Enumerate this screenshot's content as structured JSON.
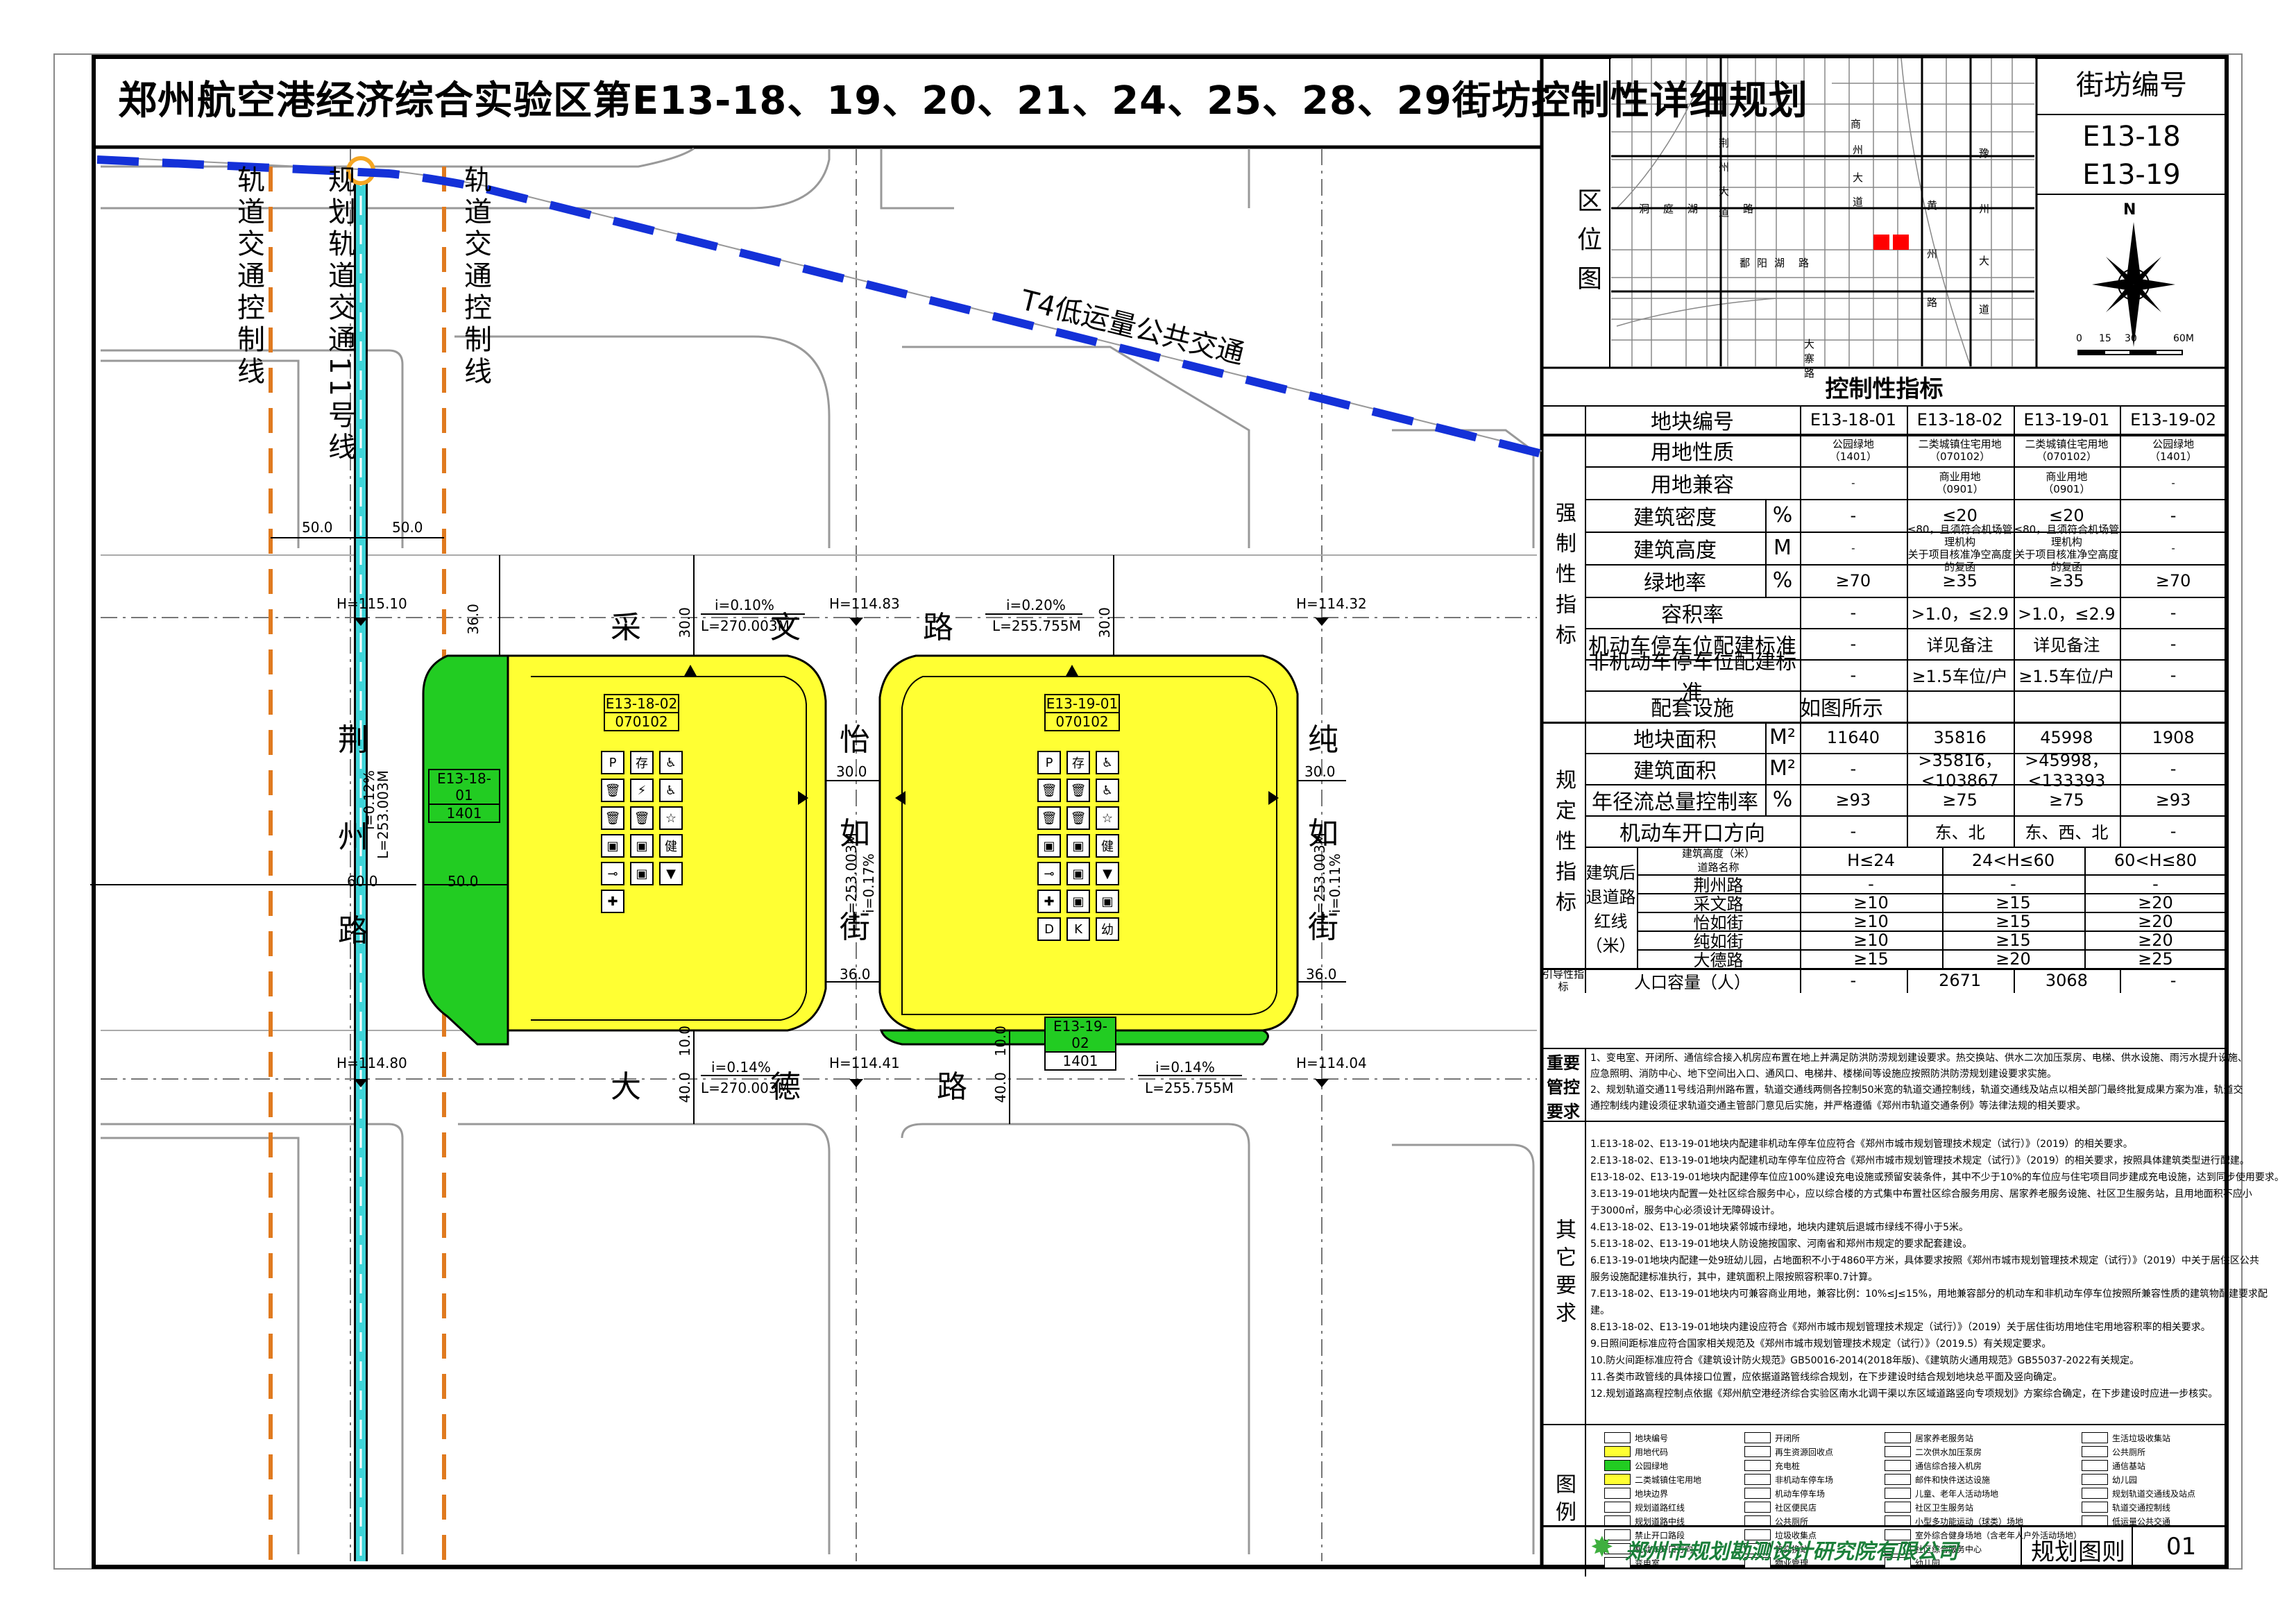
{
  "title": "郑州航空港经济综合实验区第E13-18、19、20、21、24、25、28、29街坊控制性详细规划",
  "map": {
    "rail_labels": {
      "left_control": "轨道交通控制线",
      "rail_line": "规划轨道交通11号线",
      "right_control": "轨道交通控制线"
    },
    "t4_label": "T4低运量公共交通",
    "roads": {
      "caiwen": [
        "采",
        "文",
        "路"
      ],
      "dade": [
        "大",
        "德",
        "路"
      ],
      "jingzhou": [
        "荆",
        "州",
        "路"
      ],
      "yiru": [
        "怡",
        "如",
        "街"
      ],
      "chunru": [
        "纯",
        "如",
        "街"
      ]
    },
    "elevations": {
      "h1": "H=115.10",
      "h2": "H=114.83",
      "h3": "H=114.32",
      "h4": "H=114.80",
      "h5": "H=114.41",
      "h6": "H=114.04"
    },
    "slopes": {
      "caiwen_w": "i=0.10%",
      "caiwen_w_len": "L=270.003M",
      "caiwen_e": "i=0.20%",
      "caiwen_e_len": "L=255.755M",
      "dade_w": "i=0.14%",
      "dade_w_len": "L=270.003M",
      "dade_e": "i=0.14%",
      "dade_e_len": "L=255.755M",
      "jingzhou": "i=0.12%",
      "jingzhou_len": "L=253.003M",
      "yiru": "i=0.17%",
      "yiru_len": "L=253.003M",
      "chunru": "i=0.11%",
      "chunru_len": "L=253.003M"
    },
    "dims": {
      "d50a": "50.0",
      "d50b": "50.0",
      "d36a": "36.0",
      "d30a": "30.0",
      "d30b": "30.0",
      "d30c": "30.0",
      "d30d": "30.0",
      "d60": "60.0",
      "d50c": "50.0",
      "d36b": "36.0",
      "d36c": "36.0",
      "d10a": "10.0",
      "d40a": "40.0",
      "d10b": "10.0",
      "d40b": "40.0"
    },
    "parcels": {
      "p1801": {
        "id": "E13-18-01",
        "code": "1401"
      },
      "p1802": {
        "id": "E13-18-02",
        "code": "070102"
      },
      "p1901": {
        "id": "E13-19-01",
        "code": "070102"
      },
      "p1902": {
        "id": "E13-19-02",
        "code": "1401"
      }
    },
    "facility_glyphs_a": [
      "P",
      "存",
      "♿",
      "🗑",
      "⚡",
      "♿",
      "🗑",
      "🗑",
      "☆",
      "▣",
      "▣",
      "健",
      "⊸",
      "▣",
      "▼",
      "✚"
    ],
    "facility_glyphs_b": [
      "P",
      "存",
      "♿",
      "🗑",
      "🗑",
      "♿",
      "🗑",
      "🗑",
      "☆",
      "▣",
      "▣",
      "健",
      "⊸",
      "▣",
      "▼",
      "✚",
      "▣",
      "▣",
      "D",
      "K",
      "幼"
    ]
  },
  "panel": {
    "location_label": "区位图",
    "block_label": "街坊编号",
    "block_ids": [
      "E13-18",
      "E13-19"
    ],
    "locmap_roads": {
      "r1": "荆",
      "r2": "州",
      "r3": "大",
      "r4": "道",
      "r5": "洞",
      "r6": "庭",
      "r7": "湖",
      "r8": "路",
      "r9": "鄱",
      "r10": "阳",
      "r11": "湖",
      "r12": "路",
      "r13": "商",
      "r14": "州",
      "r15": "大",
      "r16": "道",
      "r17": "黄",
      "r18": "州",
      "r19": "路",
      "r20": "大寨路",
      "r21": "豫",
      "r22": "州",
      "r23": "大",
      "r24": "道"
    },
    "north": "N",
    "scale_ticks": [
      "0",
      "15",
      "30",
      "60M"
    ],
    "control_title": "控制性指标",
    "group_labels": {
      "mandatory": "强制性指标",
      "normative": "规定性指标",
      "guidance": "引导性指标",
      "requirements": "重要管控要求",
      "other": "其它要求",
      "legend": "图例"
    },
    "table": {
      "header_label": "地块编号",
      "parcels": [
        "E13-18-01",
        "E13-18-02",
        "E13-19-01",
        "E13-19-02"
      ],
      "rows": [
        {
          "label": "用地性质",
          "unit": "",
          "values": [
            "公园绿地\n（1401）",
            "二类城镇住宅用地\n（070102）",
            "二类城镇住宅用地\n（070102）",
            "公园绿地\n（1401）"
          ],
          "small": true
        },
        {
          "label": "用地兼容",
          "unit": "",
          "values": [
            "-",
            "商业用地\n（0901）",
            "商业用地\n（0901）",
            "-"
          ],
          "small": true
        },
        {
          "label": "建筑密度",
          "unit": "%",
          "values": [
            "-",
            "≤20",
            "≤20",
            "-"
          ]
        },
        {
          "label": "建筑高度",
          "unit": "M",
          "values": [
            "-",
            "≤80，且须符合机场管理机构\n关于项目核准净空高度的复函",
            "≤80，且须符合机场管理机构\n关于项目核准净空高度的复函",
            "-"
          ],
          "small": true
        },
        {
          "label": "绿地率",
          "unit": "%",
          "values": [
            "≥70",
            "≥35",
            "≥35",
            "≥70"
          ]
        },
        {
          "label": "容积率",
          "unit": "",
          "values": [
            "-",
            ">1.0，≤2.9",
            ">1.0，≤2.9",
            "-"
          ]
        },
        {
          "label": "机动车停车位配建标准",
          "unit": "",
          "values": [
            "-",
            "详见备注",
            "详见备注",
            "-"
          ]
        },
        {
          "label": "非机动车停车位配建标准",
          "unit": "",
          "values": [
            "-",
            "≥1.5车位/户",
            "≥1.5车位/户",
            "-"
          ]
        },
        {
          "label": "配套设施",
          "unit": "",
          "values": [
            "如图所示"
          ]
        },
        {
          "label": "地块面积",
          "unit": "M²",
          "values": [
            "11640",
            "35816",
            "45998",
            "1908"
          ]
        },
        {
          "label": "建筑面积",
          "unit": "M²",
          "values": [
            "-",
            ">35816，<103867",
            ">45998，<133393",
            "-"
          ]
        },
        {
          "label": "年径流总量控制率",
          "unit": "%",
          "values": [
            "≥93",
            "≥75",
            "≥75",
            "≥93"
          ]
        },
        {
          "label": "机动车开口方向",
          "unit": "",
          "values": [
            "-",
            "东、北",
            "东、西、北",
            "-"
          ]
        }
      ],
      "setback": {
        "group_label": "建筑后退道路红线（米）",
        "corner_top": "建筑高度（米）",
        "corner_bottom": "道路名称",
        "cols": [
          "H≤24",
          "24<H≤60",
          "60<H≤80"
        ],
        "roads": [
          {
            "name": "荆州路",
            "values": [
              "-",
              "-",
              "-"
            ]
          },
          {
            "name": "采文路",
            "values": [
              "≥10",
              "≥15",
              "≥20"
            ]
          },
          {
            "name": "怡如街",
            "values": [
              "≥10",
              "≥15",
              "≥20"
            ]
          },
          {
            "name": "纯如街",
            "values": [
              "≥10",
              "≥15",
              "≥20"
            ]
          },
          {
            "name": "大德路",
            "values": [
              "≥15",
              "≥20",
              "≥25"
            ]
          }
        ]
      },
      "population": {
        "label": "人口容量（人）",
        "values": [
          "-",
          "2671",
          "3068",
          "-"
        ]
      }
    },
    "requirements": [
      "1、变电室、开闭所、通信综合接入机房应布置在地上并满足防洪防涝规划建设要求。热交换站、供水二次加压泵房、电梯、供水设施、雨污水提升设施、",
      "应急照明、消防中心、地下空间出入口、通风口、电梯井、楼梯间等设施应按照防洪防涝规划建设要求实施。",
      "2、规划轨道交通11号线沿荆州路布置，轨道交通线两侧各控制50米宽的轨道交通控制线，轨道交通线及站点以相关部门最终批复成果方案为准，轨道交",
      "通控制线内建设须征求轨道交通主管部门意见后实施，并严格遵循《郑州市轨道交通条例》等法律法规的相关要求。"
    ],
    "others": [
      "1.E13-18-02、E13-19-01地块内配建非机动车停车位应符合《郑州市城市规划管理技术规定（试行）》（2019）的相关要求。",
      "2.E13-18-02、E13-19-01地块内配建机动车停车位应符合《郑州市城市规划管理技术规定（试行）》（2019）的相关要求，按照具体建筑类型进行配建。",
      "E13-18-02、E13-19-01地块内配建停车位应100%建设充电设施或预留安装条件，其中不少于10%的车位应与住宅项目同步建成充电设施，达到同步使用要求。",
      "3.E13-19-01地块内配置一处社区综合服务中心，应以综合楼的方式集中布置社区综合服务用房、居家养老服务设施、社区卫生服务站，且用地面积不应小",
      "于3000㎡，服务中心必须设计无障碍设计。",
      "4.E13-18-02、E13-19-01地块紧邻城市绿地，地块内建筑后退城市绿线不得小于5米。",
      "5.E13-18-02、E13-19-01地块人防设施按国家、河南省和郑州市规定的要求配套建设。",
      "6.E13-19-01地块内配建一处9班幼儿园，占地面积不小于4860平方米，具体要求按照《郑州市城市规划管理技术规定（试行）》（2019）中关于居住区公共",
      "服务设施配建标准执行，其中，建筑面积上限按照容积率0.7计算。",
      "7.E13-18-02、E13-19-01地块内可兼容商业用地，兼容比例：10%≤J≤15%，用地兼容部分的机动车和非机动车停车位按照所兼容性质的建筑物配建要求配",
      "建。",
      "8.E13-18-02、E13-19-01地块内建设应符合《郑州市城市规划管理技术规定（试行）》（2019）关于居住街坊用地住宅用地容积率的相关要求。",
      "9.日照间距标准应符合国家相关规范及《郑州市城市规划管理技术规定（试行）》（2019.5）有关规定要求。",
      "10.防火间距标准应符合《建筑设计防火规范》GB50016-2014(2018年版)、《建筑防火通用规范》GB55037-2022有关规定。",
      "11.各类市政管线的具体接口位置，应依据道路管线综合规划，在下步建设时结合规划地块总平面及竖向确定。",
      "12.规划道路高程控制点依据《郑州航空港经济综合实验区南水北调干渠以东区域道路竖向专项规划》方案综合确定，在下步建设时应进一步核实。"
    ],
    "legend_items": [
      "地块编号",
      "用地代码",
      "公园绿地",
      "二类城镇住宅用地",
      "地块边界",
      "规划道路红线",
      "规划道路中线",
      "禁止开口路段",
      "机动车开口方向",
      "变电室",
      "开闭所",
      "再生资源回收点",
      "充电桩",
      "非机动车停车场",
      "机动车停车场",
      "社区便民店",
      "公共厕所",
      "垃圾收集点",
      "热交换站",
      "物业管理",
      "居家养老服务站",
      "二次供水加压泵房",
      "通信综合接入机房",
      "邮件和快件送达设施",
      "儿童、老年人活动场地",
      "社区卫生服务站",
      "小型多功能运动（球类）场地",
      "室外综合健身场地（含老年人户外活动场地）",
      "社区综合服务中心",
      "幼儿园",
      "生活垃圾收集站",
      "公共厕所",
      "通信基站",
      "幼儿园",
      "规划轨道交通线及站点",
      "轨道交通控制线",
      "低运量公共交通",
      "",
      "",
      ""
    ],
    "company": "郑州市规划勘测设计研究院有限公司",
    "drawing_label": "规划图则",
    "drawing_no": "01"
  }
}
